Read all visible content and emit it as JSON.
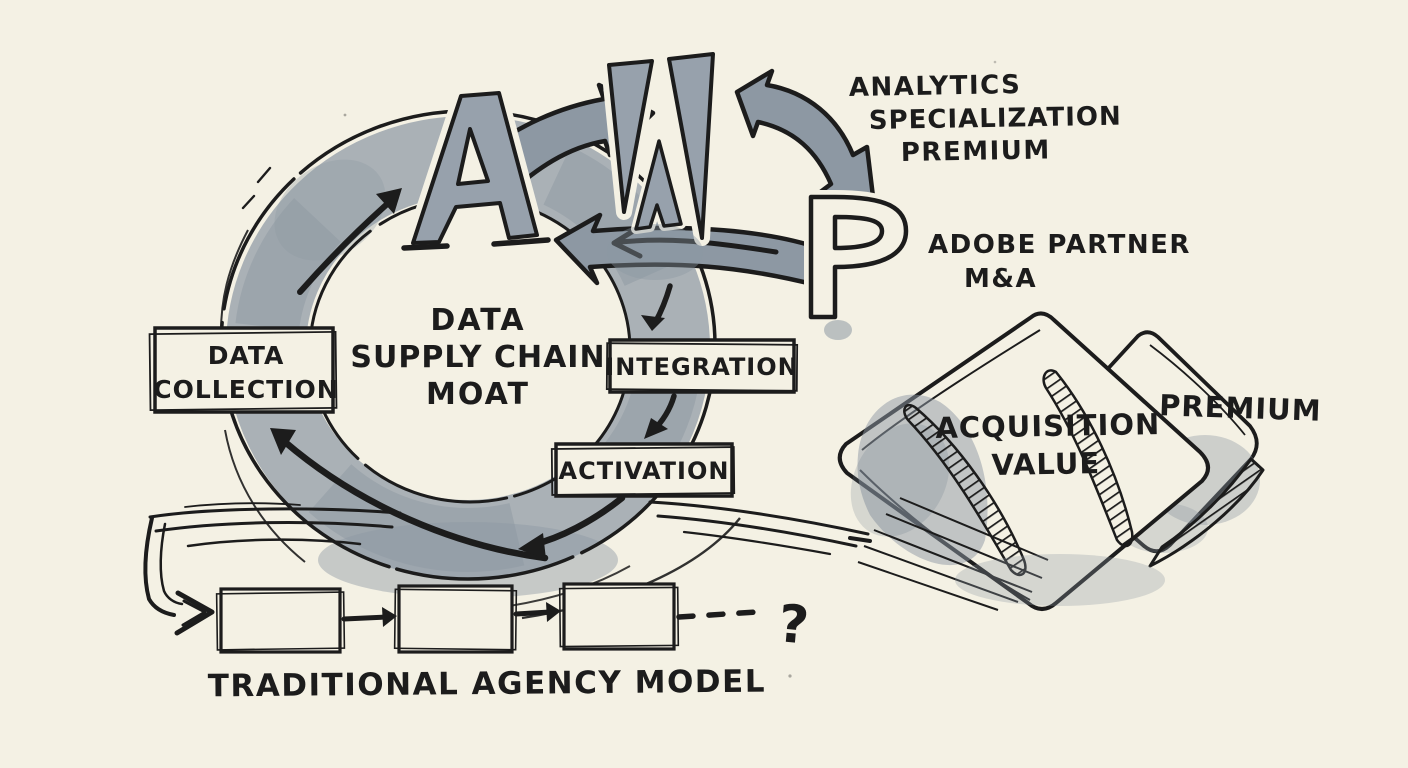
{
  "flywheel": {
    "letter_a": "A",
    "letter_p": "P",
    "adobe_mark_icon": "adobe-a-logo",
    "center": [
      "DATA",
      "SUPPLY CHAIN",
      "MOAT"
    ],
    "boxes": {
      "data_collection": [
        "DATA",
        "COLLECTION"
      ],
      "integration": "INTEGRATION",
      "activation": "ACTIVATION"
    }
  },
  "annotations": {
    "analytics_specialization_premium": [
      "ANALYTICS",
      "SPECIALIZATION",
      "PREMIUM"
    ],
    "adobe_partner_ma": [
      "ADOBE PARTNER",
      "M&A"
    ]
  },
  "traditional": {
    "caption": "TRADITIONAL AGENCY MODEL",
    "question_mark": "?"
  },
  "value_tags": {
    "acquisition_value": [
      "ACQUISITION",
      "VALUE"
    ],
    "premium": "PREMIUM"
  },
  "colors": {
    "paper": "#f4f1e4",
    "ink": "#1c1c1c",
    "wash": "#8d98a3",
    "wash_dark": "#6f7c88"
  }
}
